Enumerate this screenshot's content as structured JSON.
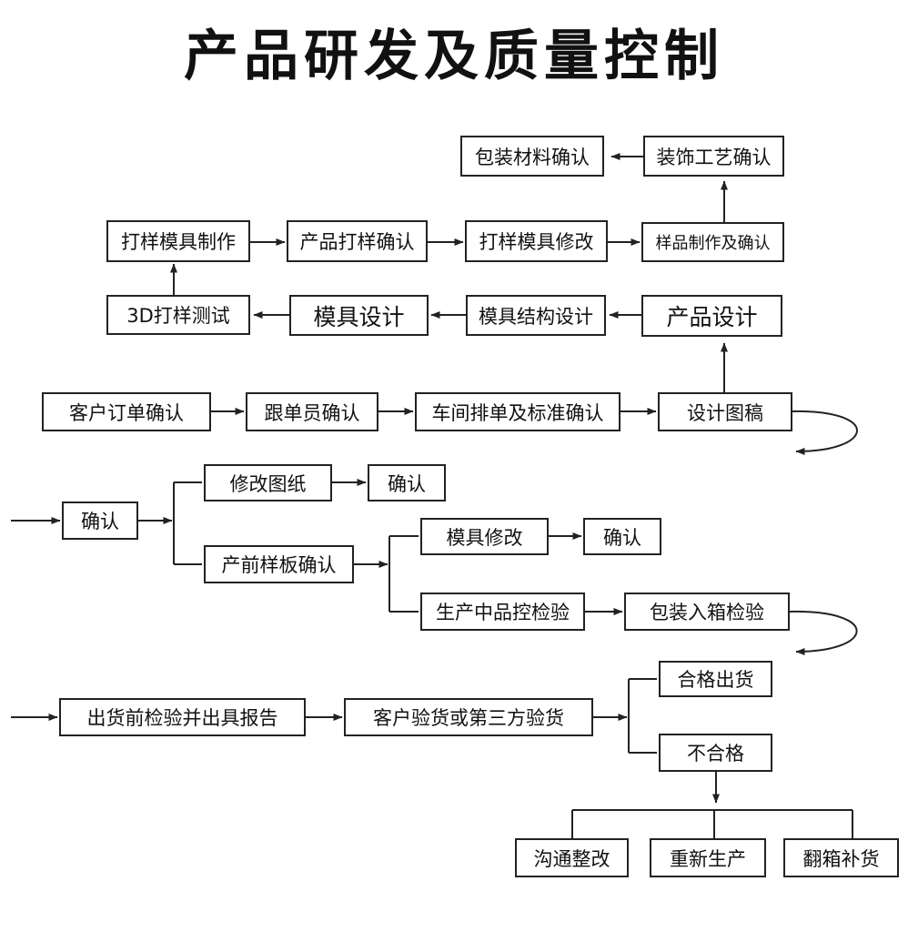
{
  "title": "产品研发及质量控制",
  "colors": {
    "line": "#222222",
    "text": "#111111",
    "background": "#ffffff"
  },
  "steps": {
    "packaging_material_confirm": "包装材料确认",
    "decoration_process_confirm": "装饰工艺确认",
    "proto_mold_making": "打样模具制作",
    "product_proto_confirm": "产品打样确认",
    "proto_mold_modify": "打样模具修改",
    "sample_making_confirm": "样品制作及确认",
    "proto_3d_test": "3D打样测试",
    "mold_design": "模具设计",
    "mold_structure_design": "模具结构设计",
    "product_design": "产品设计",
    "customer_order_confirm": "客户订单确认",
    "merchandiser_confirm": "跟单员确认",
    "workshop_schedule_confirm": "车间排单及标准确认",
    "design_draft": "设计图稿",
    "confirm_a": "确认",
    "modify_drawing": "修改图纸",
    "confirm_b": "确认",
    "pre_production_sample_confirm": "产前样板确认",
    "mold_modify": "模具修改",
    "confirm_c": "确认",
    "in_production_qc": "生产中品控检验",
    "packing_inspection": "包装入箱检验",
    "pre_shipment_inspection_report": "出货前检验并出具报告",
    "customer_or_third_party_inspection": "客户验货或第三方验货",
    "qualified_ship": "合格出货",
    "unqualified": "不合格",
    "rectification": "沟通整改",
    "reproduce": "重新生产",
    "rebox_replenish": "翻箱补货"
  }
}
